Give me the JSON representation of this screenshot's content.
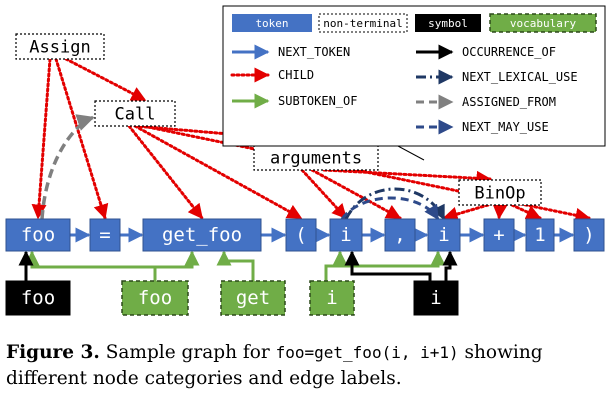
{
  "tokens": [
    {
      "id": "t_foo",
      "label": "foo"
    },
    {
      "id": "t_eq",
      "label": "="
    },
    {
      "id": "t_get_foo",
      "label": "get_foo"
    },
    {
      "id": "t_lp",
      "label": "("
    },
    {
      "id": "t_i1",
      "label": "i"
    },
    {
      "id": "t_comma",
      "label": ","
    },
    {
      "id": "t_i2",
      "label": "i"
    },
    {
      "id": "t_plus",
      "label": "+"
    },
    {
      "id": "t_one",
      "label": "1"
    },
    {
      "id": "t_rp",
      "label": ")"
    }
  ],
  "nonterminals": [
    {
      "id": "n_assign",
      "label": "Assign"
    },
    {
      "id": "n_call",
      "label": "Call"
    },
    {
      "id": "n_args",
      "label": "arguments"
    },
    {
      "id": "n_binop",
      "label": "BinOp"
    }
  ],
  "symbols": [
    {
      "id": "s_foo",
      "label": "foo"
    },
    {
      "id": "s_i",
      "label": "i"
    }
  ],
  "vocabulary": [
    {
      "id": "v_foo",
      "label": "foo"
    },
    {
      "id": "v_get",
      "label": "get"
    },
    {
      "id": "v_i",
      "label": "i"
    }
  ],
  "legend": {
    "node_types": [
      {
        "id": "token",
        "label": "token"
      },
      {
        "id": "nonterminal",
        "label": "non-terminal"
      },
      {
        "id": "symbol",
        "label": "symbol"
      },
      {
        "id": "vocabulary",
        "label": "vocabulary"
      }
    ],
    "edge_types": [
      {
        "id": "next_token",
        "label": "NEXT_TOKEN",
        "color": "#4472c4",
        "style": "solid"
      },
      {
        "id": "child",
        "label": "CHILD",
        "color": "#e30000",
        "style": "dotted"
      },
      {
        "id": "subtoken_of",
        "label": "SUBTOKEN_OF",
        "color": "#70ad47",
        "style": "solid"
      },
      {
        "id": "occurrence_of",
        "label": "OCCURRENCE_OF",
        "color": "#000000",
        "style": "solid"
      },
      {
        "id": "next_lexical_use",
        "label": "NEXT_LEXICAL_USE",
        "color": "#1f3864",
        "style": "dashdot"
      },
      {
        "id": "assigned_from",
        "label": "ASSIGNED_FROM",
        "color": "#808080",
        "style": "dashed"
      },
      {
        "id": "next_may_use",
        "label": "NEXT_MAY_USE",
        "color": "#2e4a8a",
        "style": "dashed"
      }
    ]
  },
  "edges": {
    "next_token": [
      [
        "t_foo",
        "t_eq"
      ],
      [
        "t_eq",
        "t_get_foo"
      ],
      [
        "t_get_foo",
        "t_lp"
      ],
      [
        "t_lp",
        "t_i1"
      ],
      [
        "t_i1",
        "t_comma"
      ],
      [
        "t_comma",
        "t_i2"
      ],
      [
        "t_i2",
        "t_plus"
      ],
      [
        "t_plus",
        "t_one"
      ],
      [
        "t_one",
        "t_rp"
      ]
    ],
    "child": [
      [
        "n_assign",
        "t_foo"
      ],
      [
        "n_assign",
        "t_eq"
      ],
      [
        "n_assign",
        "n_call"
      ],
      [
        "n_call",
        "t_get_foo"
      ],
      [
        "n_call",
        "t_lp"
      ],
      [
        "n_call",
        "n_args"
      ],
      [
        "n_call",
        "t_rp"
      ],
      [
        "n_args",
        "t_i1"
      ],
      [
        "n_args",
        "t_comma"
      ],
      [
        "n_args",
        "n_binop"
      ],
      [
        "n_binop",
        "t_i2"
      ],
      [
        "n_binop",
        "t_plus"
      ],
      [
        "n_binop",
        "t_one"
      ]
    ],
    "subtoken_of": [
      [
        "v_foo",
        "t_foo"
      ],
      [
        "v_foo",
        "t_get_foo"
      ],
      [
        "v_get",
        "t_get_foo"
      ],
      [
        "v_i",
        "t_i1"
      ],
      [
        "v_i",
        "t_i2"
      ]
    ],
    "occurrence_of": [
      [
        "s_foo",
        "t_foo"
      ],
      [
        "s_i",
        "t_i1"
      ],
      [
        "s_i",
        "t_i2"
      ]
    ],
    "next_lexical_use": [
      [
        "t_i1",
        "t_i2"
      ]
    ],
    "assigned_from": [
      [
        "t_foo",
        "n_call"
      ]
    ],
    "next_may_use": [
      [
        "t_i1",
        "t_i2"
      ]
    ]
  },
  "colors": {
    "token_fill": "#4472c4",
    "vocab_fill": "#70ad47",
    "symbol_fill": "#000000",
    "nonterminal_fill": "#ffffff"
  },
  "caption": {
    "label": "Figure 3.",
    "text_before": " Sample graph for ",
    "code": "foo=get_foo(i, i+1)",
    "text_after": " showing different node categories and edge labels."
  }
}
